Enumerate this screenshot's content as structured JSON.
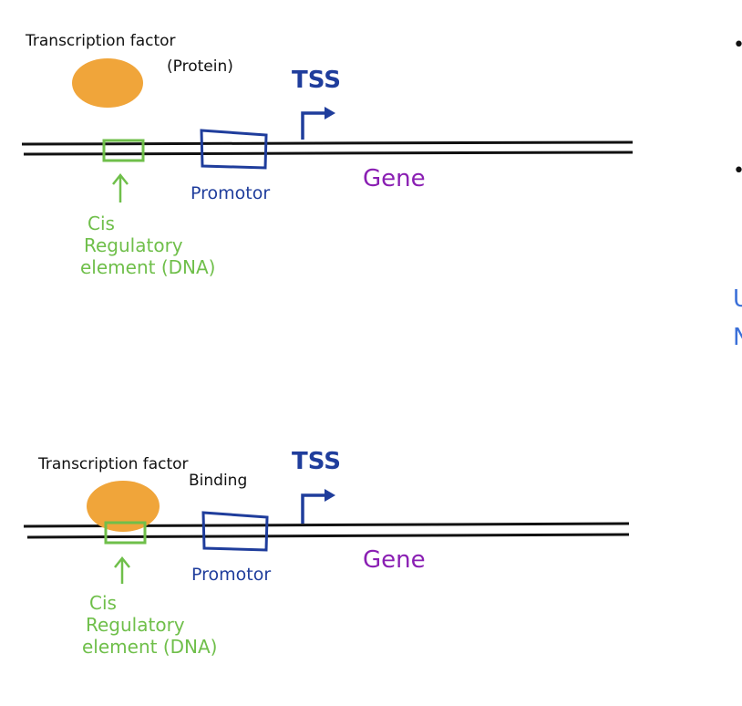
{
  "colors": {
    "protein": "#f0a53a",
    "dna": "#111111",
    "cre": "#6fbf4a",
    "promoter": "#1f3d9c",
    "gene": "#8a1fb3",
    "edge_text": "#3a6fd8"
  },
  "panel_top": {
    "tf_label_line1": "Transcription factor",
    "tf_label_line2": "(Protein)",
    "tss_label": "TSS",
    "promoter_label": "Promotor",
    "gene_label": "Gene",
    "cre_line1": "Cis",
    "cre_line2": "Regulatory",
    "cre_line3": "element (DNA)"
  },
  "panel_bottom": {
    "tf_label_line1": "Transcription factor",
    "tf_label_line2": "Binding",
    "tss_label": "TSS",
    "promoter_label": "Promotor",
    "gene_label": "Gene",
    "cre_line1": "Cis",
    "cre_line2": "Regulatory",
    "cre_line3": "element (DNA)"
  },
  "right_edge": {
    "bullet1": "•",
    "bullet2": "•",
    "text_u": "U",
    "text_n": "N"
  }
}
